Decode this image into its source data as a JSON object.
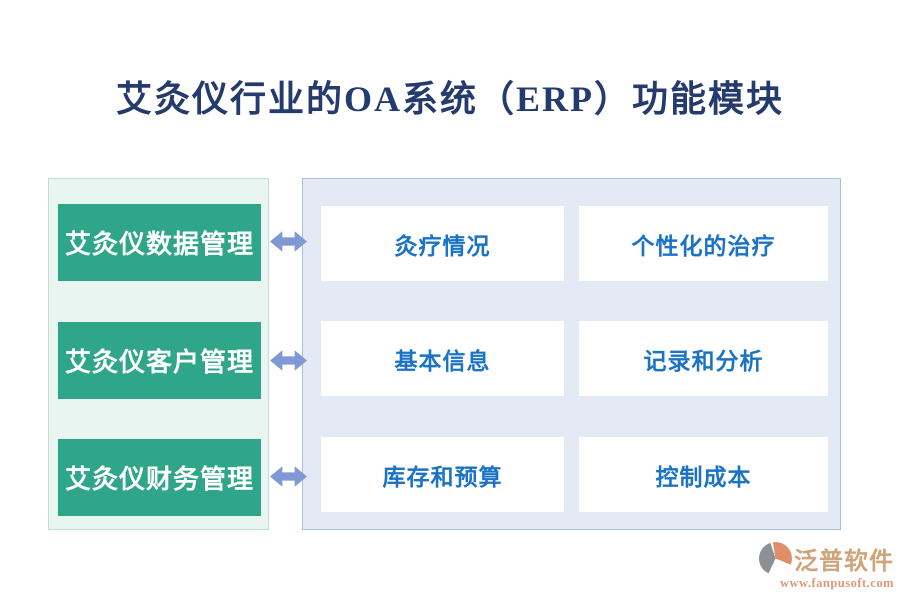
{
  "title": "艾灸仪行业的OA系统（ERP）功能模块",
  "left_panel": {
    "items": [
      {
        "label": "艾灸仪数据管理"
      },
      {
        "label": "艾灸仪客户管理"
      },
      {
        "label": "艾灸仪财务管理"
      }
    ]
  },
  "right_panel": {
    "rows": [
      {
        "cells": [
          "灸疗情况",
          "个性化的治疗"
        ]
      },
      {
        "cells": [
          "基本信息",
          "记录和分析"
        ]
      },
      {
        "cells": [
          "库存和预算",
          "控制成本"
        ]
      }
    ]
  },
  "footer": {
    "brand": "泛普软件",
    "url": "www.fanpusoft.com"
  },
  "icons": {
    "connector": "double-headed-left-right-arrow",
    "logo": "fanpu-swirl-logo"
  },
  "colors": {
    "title_text": "#253B6E",
    "left_panel_bg": "#E9F5F0",
    "left_panel_border": "#C2DFD4",
    "green_button_bg": "#2FA689",
    "green_button_text": "#FFFFFF",
    "right_panel_bg": "#E4EAF5",
    "right_panel_border": "#A8C1E0",
    "white_box_bg": "#FFFFFF",
    "box_text": "#1B73C6",
    "arrow": "#7E99D3",
    "logo_text": "#CFA478",
    "logo_url": "#E09878",
    "logo_orange": "#DF8E68",
    "logo_gray": "#8D9094"
  }
}
